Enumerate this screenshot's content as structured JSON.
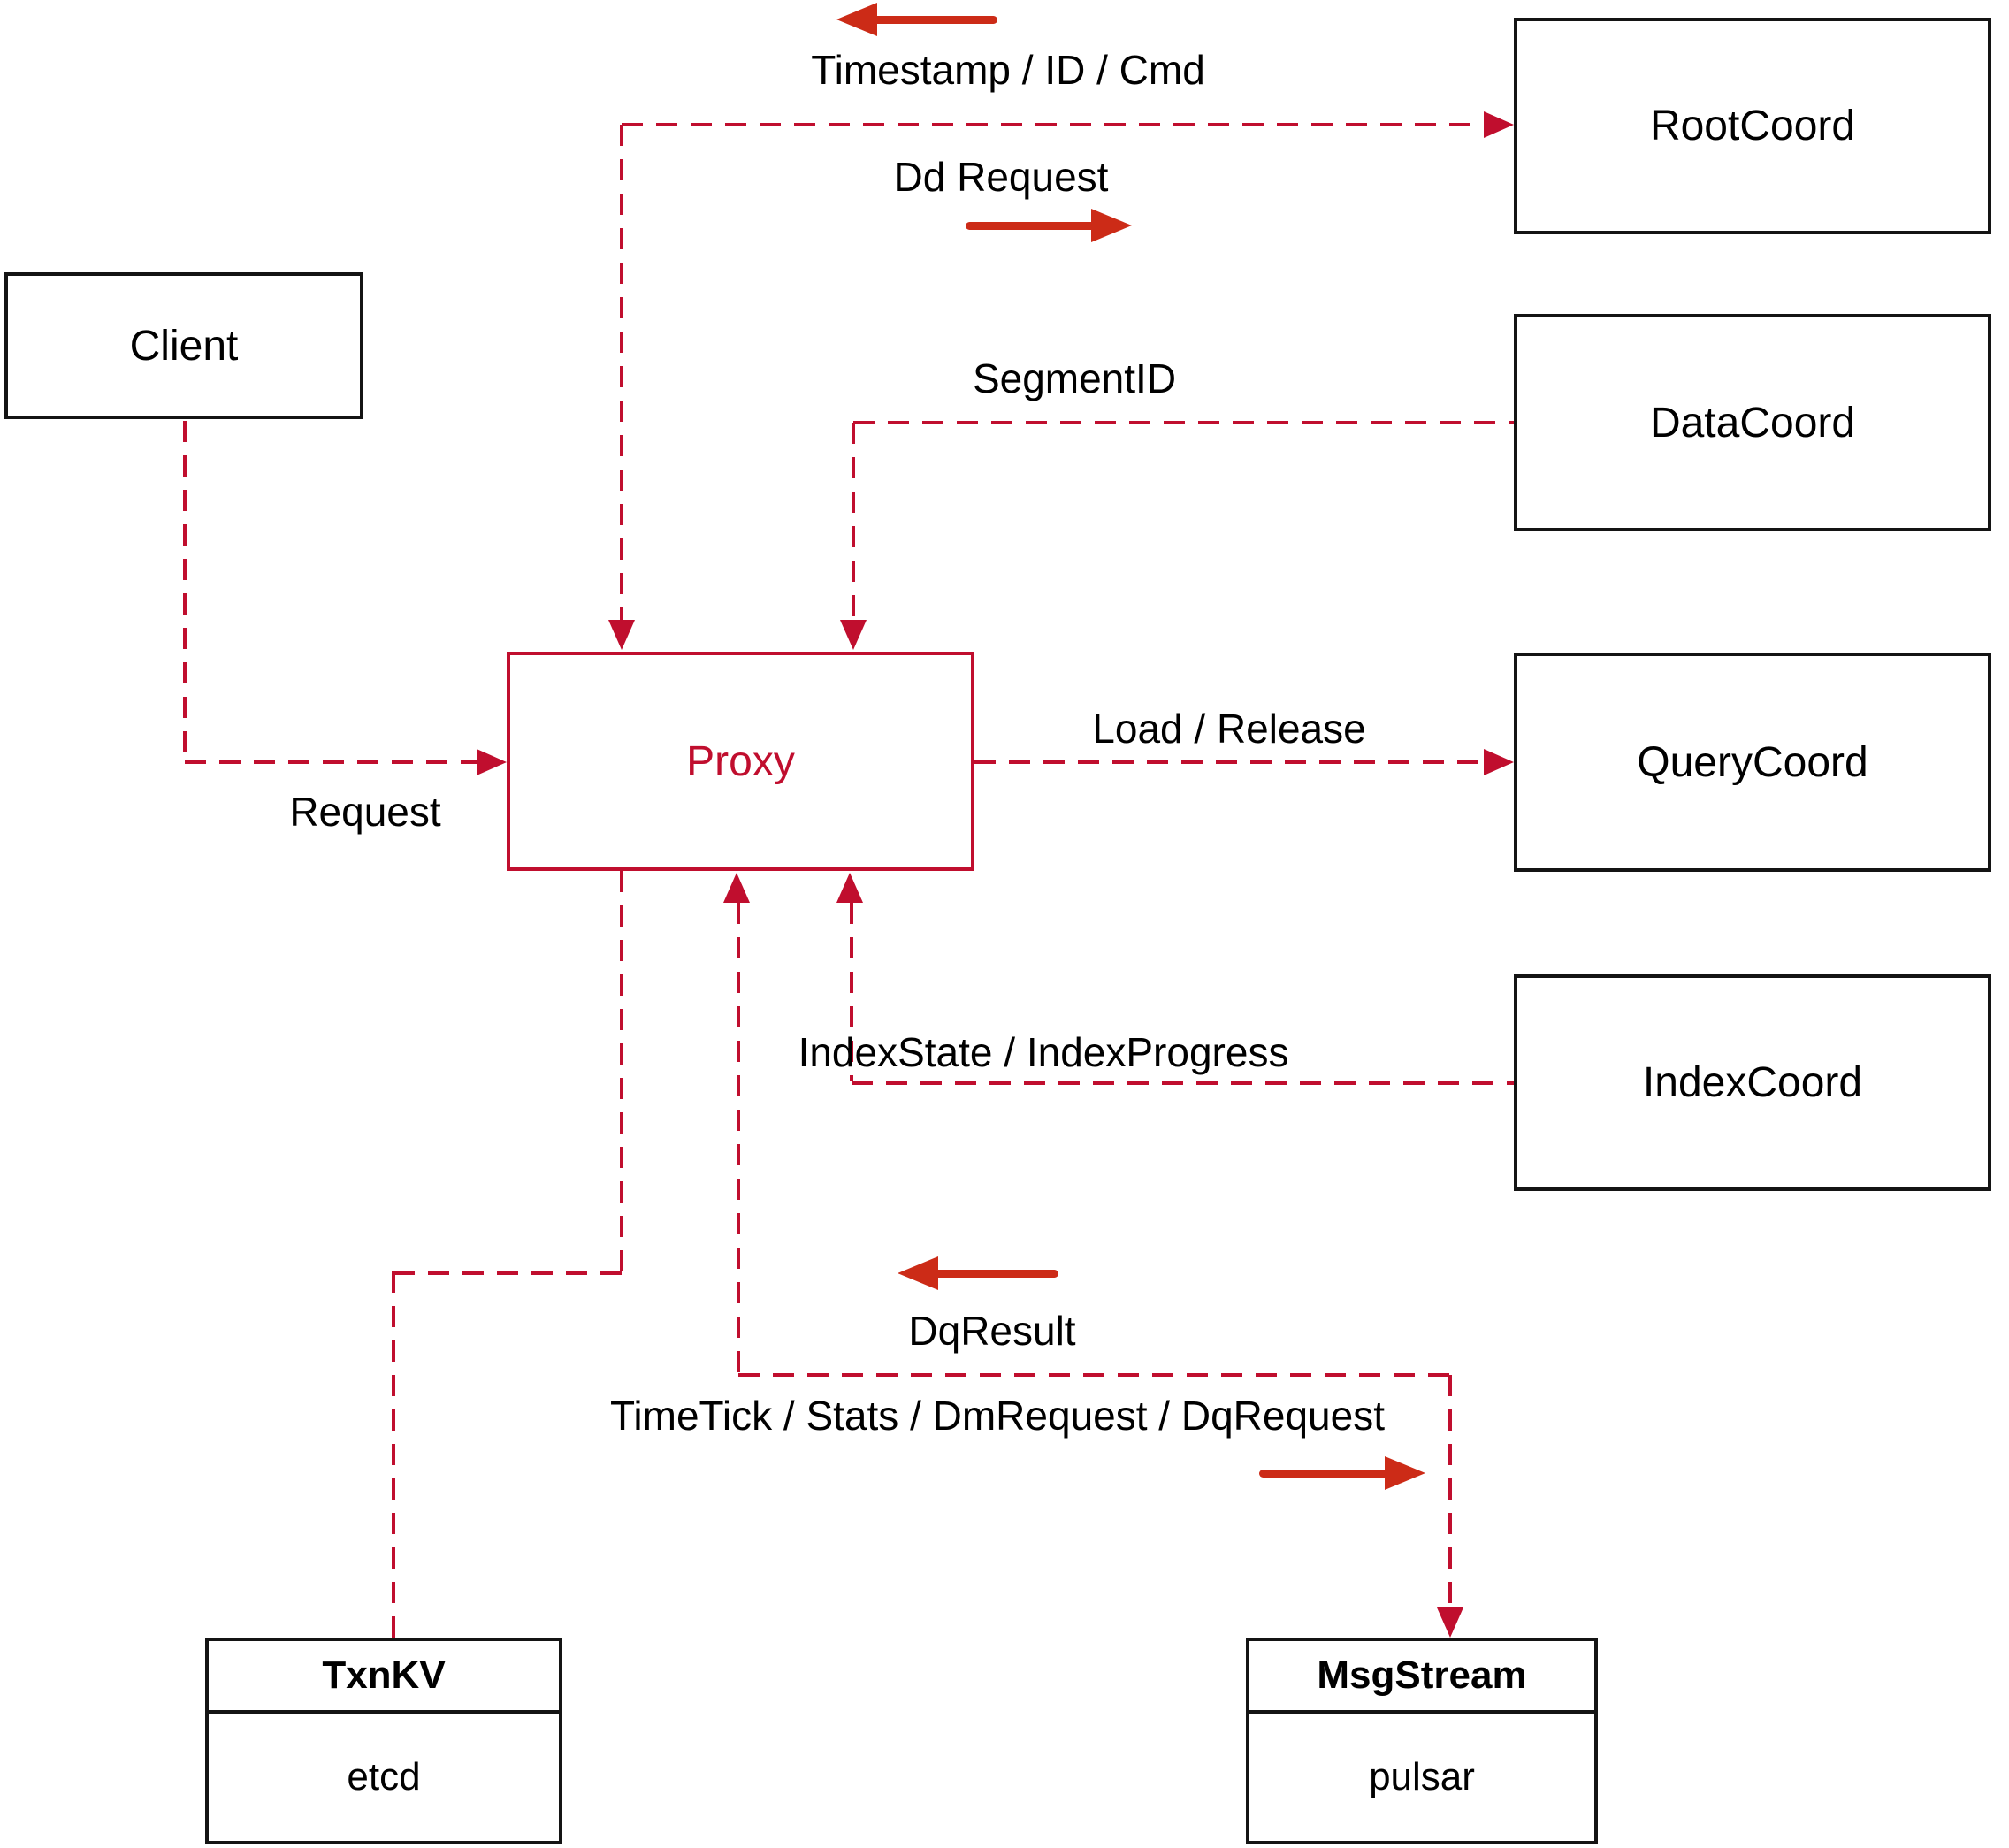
{
  "colors": {
    "connector_red": "#C00E2E",
    "accent_arrow_red": "#CC2B17",
    "node_border_black": "#141414",
    "text_black": "#000000",
    "background": "#FFFFFF"
  },
  "nodes": {
    "client": {
      "label": "Client"
    },
    "rootcoord": {
      "label": "RootCoord"
    },
    "datacoord": {
      "label": "DataCoord"
    },
    "querycoord": {
      "label": "QueryCoord"
    },
    "indexcoord": {
      "label": "IndexCoord"
    },
    "proxy": {
      "label": "Proxy"
    },
    "txnkv": {
      "title": "TxnKV",
      "impl": "etcd"
    },
    "msgstream": {
      "title": "MsgStream",
      "impl": "pulsar"
    }
  },
  "edge_labels": {
    "timestamp": "Timestamp / ID / Cmd",
    "dd_request": "Dd Request",
    "segment_id": "SegmentID",
    "load_release": "Load / Release",
    "request": "Request",
    "index_state": "IndexState / IndexProgress",
    "dq_result": "DqResult",
    "time_tick": "TimeTick / Stats / DmRequest / DqRequest"
  }
}
